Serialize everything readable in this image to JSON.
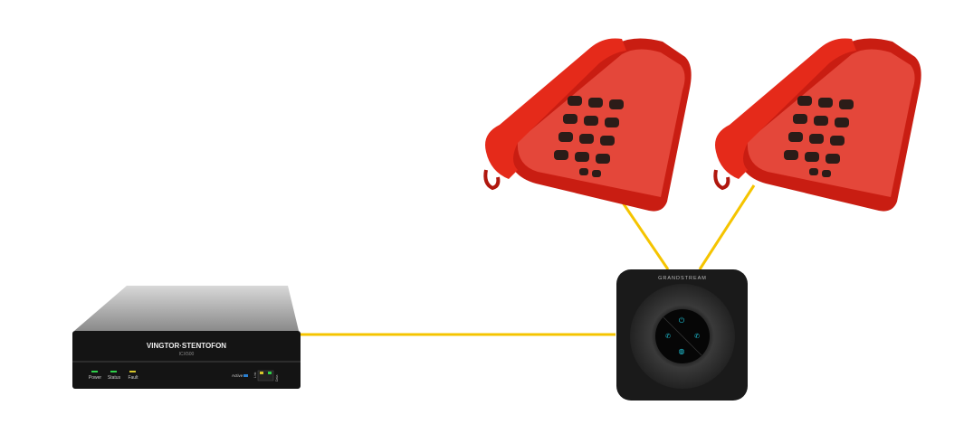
{
  "colors": {
    "link": "#f5c400",
    "phone_red": "#e02a1c",
    "device_black": "#141414",
    "led_cyan": "#1fc3d6"
  },
  "server": {
    "brand": "VINGTOR·STENTOFON",
    "model": "ICX500",
    "leds": [
      "Power",
      "Status",
      "Fault"
    ],
    "active_label": "Active",
    "port_labels": [
      "Link",
      "Data"
    ]
  },
  "ata": {
    "brand": "GRANDSTREAM"
  },
  "phones": [
    {
      "id": "phone-1"
    },
    {
      "id": "phone-2"
    }
  ]
}
